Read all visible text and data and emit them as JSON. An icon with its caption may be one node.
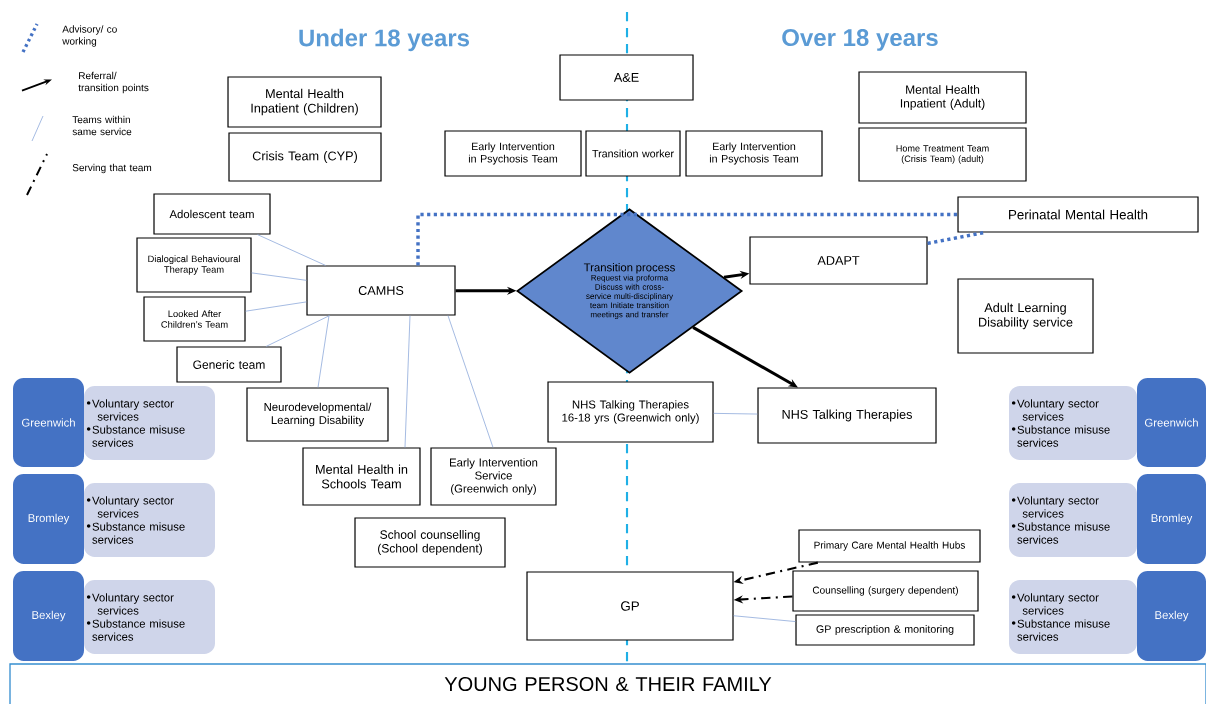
{
  "diagram": {
    "nodes": [
      {
        "text": [
          "A&E"
        ]
      },
      {
        "text": [
          "Mental Health Inpatient (Children)"
        ]
      },
      {
        "text": [
          "Crisis Team (CYP)"
        ]
      },
      {
        "text": [
          "Early Intervention in Psychosis Team"
        ]
      },
      {
        "text": [
          "Transition worker"
        ]
      },
      {
        "text": [
          "Early Intervention in Psychosis Team"
        ]
      },
      {
        "text": [
          "Mental Health Inpatient (Adult)"
        ]
      },
      {
        "text": [
          "Home Treatment Team (Crisis Team) (adult)"
        ]
      },
      {
        "text": [
          "Perinatal Mental Health"
        ]
      },
      {
        "text": [
          "Adolescent team"
        ]
      },
      {
        "text": [
          "Dialogical Behavioural Therapy Team"
        ]
      },
      {
        "text": [
          "Looked After Children’s Team"
        ]
      },
      {
        "text": [
          "CAMHS"
        ]
      },
      {
        "text": [
          "Transition process",
          "Request via proforma Discuss with cross-service multi-disciplinary team Initiate transition meetings and transfer"
        ]
      },
      {
        "text": [
          "ADAPT"
        ]
      },
      {
        "text": [
          "Adult Learning Disability service"
        ]
      },
      {
        "text": [
          "Generic team"
        ]
      },
      {
        "text": [
          "Neurodevelopmental/ Learning Disability"
        ]
      },
      {
        "text": [
          "Mental Health in Schools Team"
        ]
      },
      {
        "text": [
          "Early Intervention Service (Greenwich only)"
        ]
      },
      {
        "text": [
          "NHS Talking Therapies 16-18 yrs (Greenwich only)"
        ]
      },
      {
        "text": [
          "NHS Talking Therapies"
        ]
      },
      {
        "text": [
          "School counselling (School dependent)"
        ]
      },
      {
        "text": [
          "Primary Care Mental Health Hubs"
        ]
      },
      {
        "text": [
          "Counselling (surgery dependent)"
        ]
      },
      {
        "text": [
          "GP"
        ]
      },
      {
        "text": [
          "GP prescription & monitoring"
        ]
      },
      {
        "text": [
          "Greenwich"
        ]
      },
      {
        "text": [
          "Voluntary sector services",
          "Substance misuse services"
        ]
      },
      {
        "text": [
          "Voluntary sector services",
          "Substance misuse services"
        ]
      },
      {
        "text": [
          "Greenwich"
        ]
      },
      {
        "text": [
          "Bromley"
        ]
      },
      {
        "text": [
          "Voluntary sector services",
          "Substance misuse services"
        ]
      },
      {
        "text": [
          "Voluntary sector services",
          "Substance misuse services"
        ]
      },
      {
        "text": [
          "Bromley"
        ]
      },
      {
        "text": [
          "Bexley"
        ]
      },
      {
        "text": [
          "Voluntary sector services",
          "Substance misuse services"
        ]
      },
      {
        "text": [
          "Voluntary sector services",
          "Substance misuse services"
        ]
      },
      {
        "text": [
          "Bexley"
        ]
      },
      {
        "text": [
          "YOUNG PERSON & THEIR FAMILY"
        ]
      }
    ],
    "edges": [
      {
        "from": 12,
        "to": 8,
        "arrow": "none",
        "style": "dashed",
        "color": "#4472c4"
      },
      {
        "from": 14,
        "to": 8,
        "arrow": "none",
        "style": "dashed",
        "color": "#4472c4"
      },
      {
        "from": 12,
        "to": 13,
        "arrow": "to",
        "style": "thick",
        "color": "#000000"
      },
      {
        "from": 13,
        "to": 14,
        "arrow": "to",
        "style": "thick",
        "color": "#000000"
      },
      {
        "from": 13,
        "to": 21,
        "arrow": "to",
        "style": "thick",
        "color": "#000000"
      },
      {
        "from": 9,
        "to": 12,
        "arrow": "none"
      },
      {
        "from": 10,
        "to": 12,
        "arrow": "none"
      },
      {
        "from": 11,
        "to": 12,
        "arrow": "none"
      },
      {
        "from": 16,
        "to": 12,
        "arrow": "none"
      },
      {
        "from": 17,
        "to": 12,
        "arrow": "none"
      },
      {
        "from": 18,
        "to": 12,
        "arrow": "none"
      },
      {
        "from": 19,
        "to": 12,
        "arrow": "none"
      },
      {
        "from": 20,
        "to": 21,
        "arrow": "none"
      },
      {
        "from": 23,
        "to": 25,
        "arrow": "to",
        "style": "dashed",
        "color": "#000000"
      },
      {
        "from": 24,
        "to": 25,
        "arrow": "to",
        "style": "dashed",
        "color": "#000000"
      },
      {
        "from": 26,
        "to": 25,
        "arrow": "none"
      }
    ],
    "labels": [
      "Under 18 years",
      "Over 18 years"
    ],
    "legend": [
      {
        "text": "Advisory/ co working"
      },
      {
        "text": "Referral/ transition points"
      },
      {
        "text": "Teams within same service"
      },
      {
        "text": "Serving that team"
      }
    ]
  }
}
